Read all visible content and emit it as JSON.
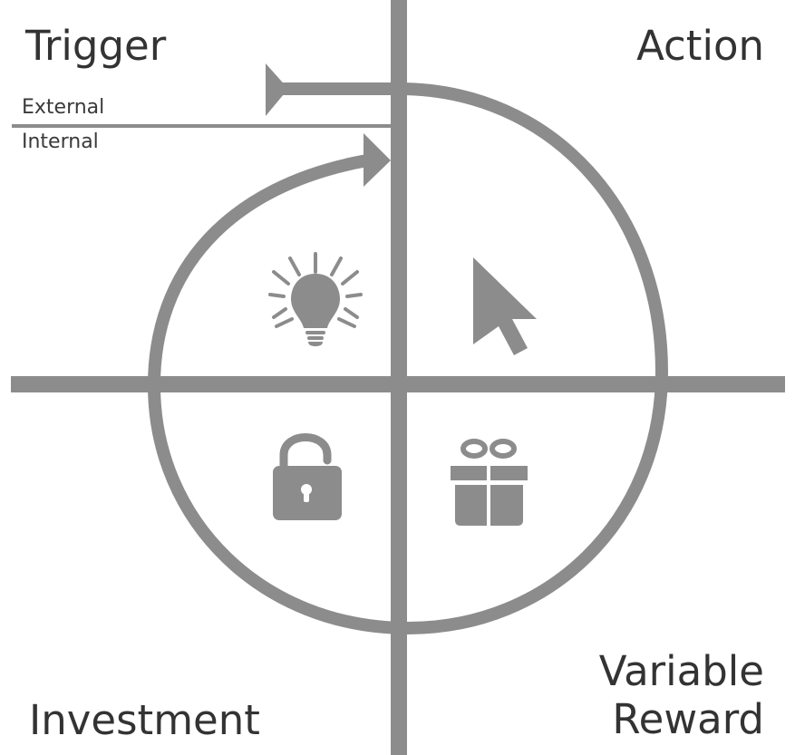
{
  "labels": {
    "trigger": "Trigger",
    "external": "External",
    "internal": "Internal",
    "action": "Action",
    "variable_reward_line1": "Variable",
    "variable_reward_line2": "Reward",
    "investment": "Investment"
  },
  "icons": {
    "trigger": "lightbulb-icon",
    "action": "cursor-arrow-icon",
    "variable_reward": "gift-icon",
    "investment": "unlocked-padlock-icon"
  },
  "colors": {
    "diagram_gray": "#8c8c8c",
    "text": "#333333",
    "background": "#ffffff"
  }
}
